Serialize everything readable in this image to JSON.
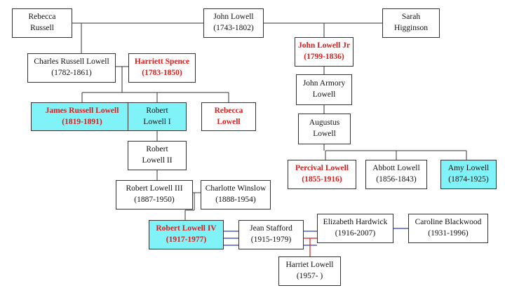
{
  "title": "Lowell family tree",
  "colors": {
    "highlight": "#7ff3f7",
    "notable_text": "#e01b1b",
    "line": "#333333",
    "marriage_line": "#2b3fb5",
    "child_line": "#e01b1b"
  },
  "people": {
    "rebecca_russell": {
      "line1": "Rebecca",
      "line2": "Russell"
    },
    "john_lowell_1743": {
      "line1": "John Lowell",
      "line2": "(1743-1802)"
    },
    "sarah_higginson": {
      "line1": "Sarah",
      "line2": "Higginson"
    },
    "charles_russell_lowell": {
      "line1": "Charles Russell Lowell",
      "line2": "(1782-1861)"
    },
    "harriett_spence": {
      "line1": "Harriett Spence",
      "line2": "(1783-1850)"
    },
    "john_lowell_jr": {
      "line1": "John Lowell Jr",
      "line2": "(1799-1836)"
    },
    "james_russell_lowell": {
      "line1": "James Russell Lowell",
      "line2": "(1819-1891)"
    },
    "robert_lowell_i": {
      "line1": "Robert",
      "line2": "Lowell I"
    },
    "rebecca_lowell": {
      "line1": "Rebecca",
      "line2": "Lowell"
    },
    "john_armory_lowell": {
      "line1": "John Armory",
      "line2": "Lowell"
    },
    "augustus_lowell": {
      "line1": "Augustus",
      "line2": "Lowell"
    },
    "robert_lowell_ii": {
      "line1": "Robert",
      "line2": "Lowell II"
    },
    "percival_lowell": {
      "line1": "Percival Lowell",
      "line2": "(1855-1916)"
    },
    "abbott_lowell": {
      "line1": "Abbott Lowell",
      "line2": "(1856-1843)"
    },
    "amy_lowell": {
      "line1": "Amy Lowell",
      "line2": "(1874-1925)"
    },
    "robert_lowell_iii": {
      "line1": "Robert Lowell III",
      "line2": "(1887-1950)"
    },
    "charlotte_winslow": {
      "line1": "Charlotte Winslow",
      "line2": "(1888-1954)"
    },
    "robert_lowell_iv": {
      "line1": "Robert Lowell IV",
      "line2": "(1917-1977)"
    },
    "jean_stafford": {
      "line1": "Jean Stafford",
      "line2": "(1915-1979)"
    },
    "elizabeth_hardwick": {
      "line1": "Elizabeth Hardwick",
      "line2": "(1916-2007)"
    },
    "caroline_blackwood": {
      "line1": "Caroline Blackwood",
      "line2": "(1931-1996)"
    },
    "harriet_lowell": {
      "line1": "Harriet Lowell",
      "line2": "(1957- )"
    }
  }
}
